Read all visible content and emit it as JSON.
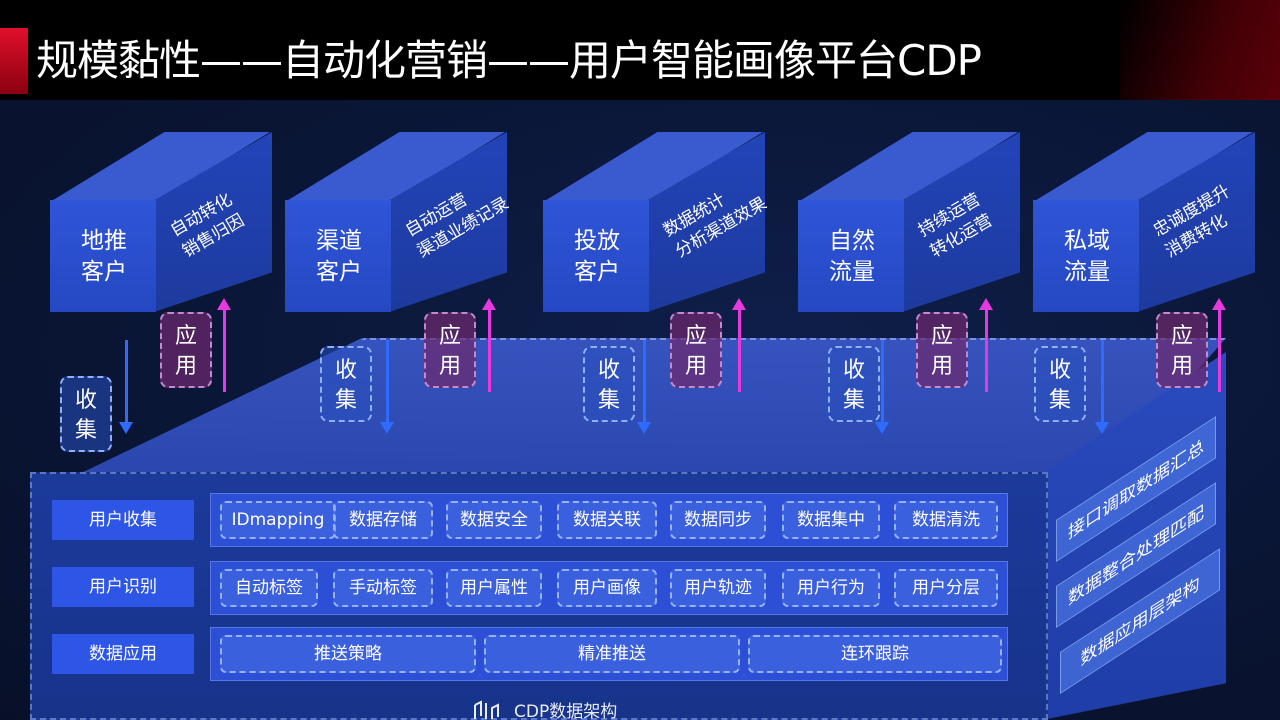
{
  "title": "规模黏性——自动化营销——用户智能画像平台CDP",
  "cubes": [
    {
      "name": "地推\n客户",
      "desc": "自动转化\n销售归因"
    },
    {
      "name": "渠道\n客户",
      "desc": "自动运营\n渠道业绩记录"
    },
    {
      "name": "投放\n客户",
      "desc": "数据统计\n分析渠道效果"
    },
    {
      "name": "自然\n流量",
      "desc": "持续运营\n转化运营"
    },
    {
      "name": "私域\n流量",
      "desc": "忠诚度提升\n消费转化"
    }
  ],
  "flow": {
    "collect": "收\n集",
    "apply": "应\n用"
  },
  "rows": [
    {
      "label": "用户收集",
      "chips": [
        "IDmapping",
        "数据存储",
        "数据安全",
        "数据关联",
        "数据同步",
        "数据集中",
        "数据清洗"
      ]
    },
    {
      "label": "用户识别",
      "chips": [
        "自动标签",
        "手动标签",
        "用户属性",
        "用户画像",
        "用户轨迹",
        "用户行为",
        "用户分层"
      ]
    },
    {
      "label": "数据应用",
      "chips": [
        "推送策略",
        "精准推送",
        "连环跟踪"
      ]
    }
  ],
  "side": [
    "接口调取数据汇总",
    "数据整合处理匹配",
    "数据应用层架构"
  ],
  "footer": "CDP数据架构",
  "colors": {
    "accent_red": "#e0102a",
    "platform_blue": "#2c4fd6",
    "label_blue": "#2d55e6",
    "collect_arrow": "#2f6bff",
    "apply_arrow": "#e63adf",
    "apply_tag": "#6e286e"
  }
}
